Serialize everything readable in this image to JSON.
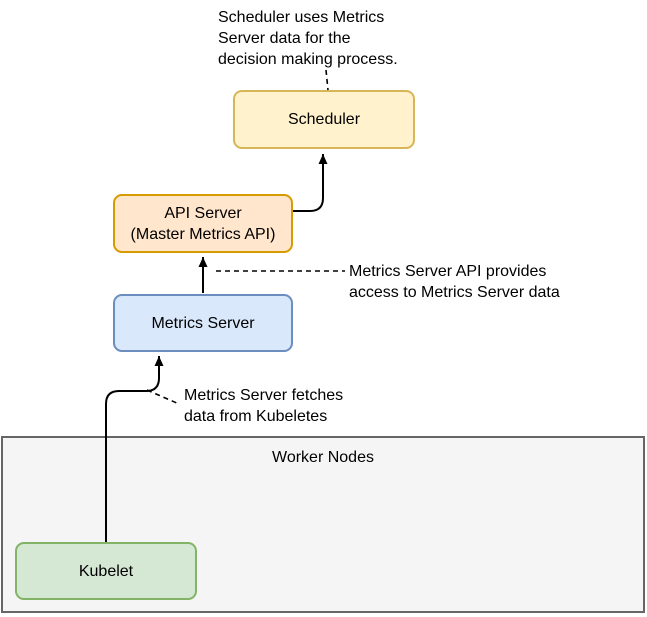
{
  "diagram": {
    "nodes": {
      "scheduler": {
        "label": "Scheduler",
        "fill": "#FFF2CC",
        "stroke": "#D6B656"
      },
      "api_server": {
        "label": "API Server\n(Master Metrics API)",
        "fill": "#FFE6CC",
        "stroke": "#D79B00"
      },
      "metrics_server": {
        "label": "Metrics Server",
        "fill": "#DAE8FC",
        "stroke": "#6C8EBF"
      },
      "worker_nodes": {
        "label": "Worker Nodes",
        "fill": "#F5F5F5",
        "stroke": "#666666"
      },
      "kubelet": {
        "label": "Kubelet",
        "fill": "#D5E8D4",
        "stroke": "#82B366"
      }
    },
    "annotations": {
      "scheduler_note": {
        "text": "Scheduler uses Metrics\nServer data for the\ndecision making process."
      },
      "api_note": {
        "text": "Metrics Server API provides\naccess to Metrics Server data"
      },
      "fetch_note": {
        "text": "Metrics Server fetches\ndata from Kubeletes"
      }
    },
    "edge_color": "#000000"
  }
}
